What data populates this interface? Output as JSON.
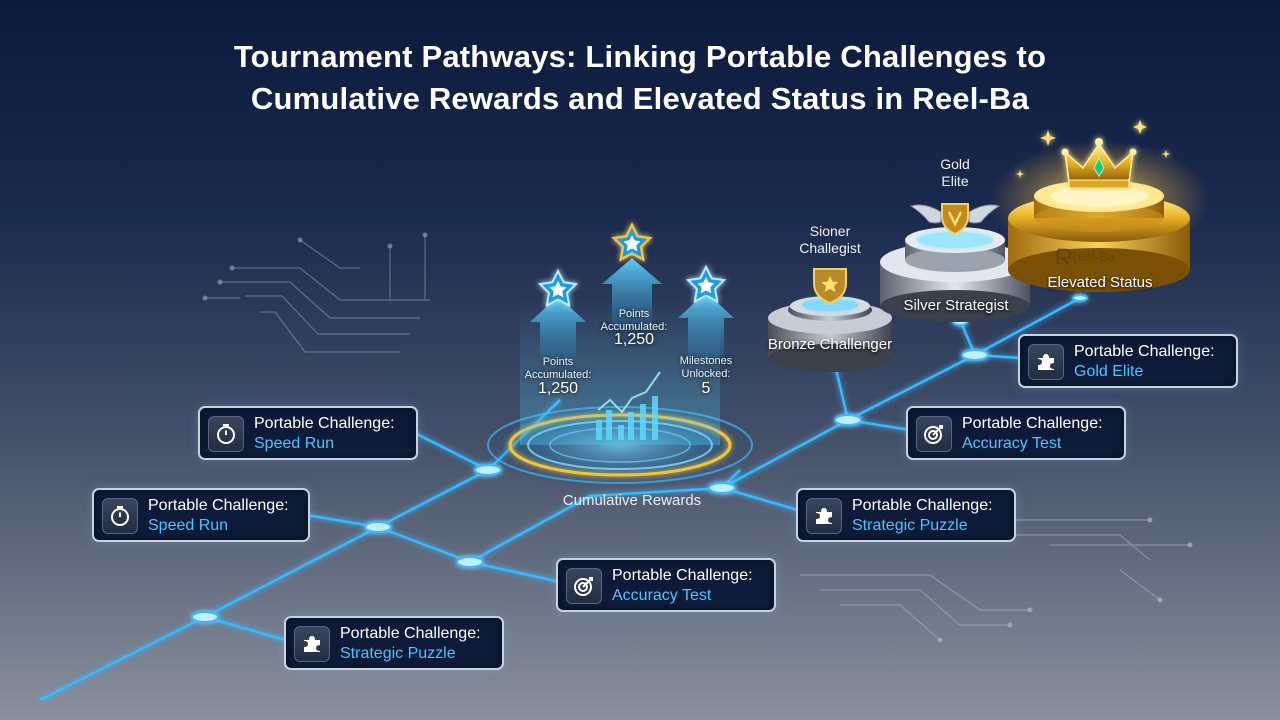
{
  "title_line1": "Tournament Pathways: Linking Portable Challenges to",
  "title_line2": "Cumulative Rewards and Elevated Status in Reel-Ba",
  "challenges": [
    {
      "label": "Portable Challenge:",
      "name": "Speed Run",
      "icon": "stopwatch-icon"
    },
    {
      "label": "Portable Challenge:",
      "name": "Speed Run",
      "icon": "stopwatch-icon"
    },
    {
      "label": "Portable Challenge:",
      "name": "Strategic Puzzle",
      "icon": "puzzle-icon"
    },
    {
      "label": "Portable Challenge:",
      "name": "Accuracy Test",
      "icon": "target-icon"
    },
    {
      "label": "Portable Challenge:",
      "name": "Strategic Puzzle",
      "icon": "puzzle-icon"
    },
    {
      "label": "Portable Challenge:",
      "name": "Accuracy Test",
      "icon": "target-icon"
    },
    {
      "label": "Portable Challenge:",
      "name": "Gold Elite",
      "icon": "puzzle-icon"
    }
  ],
  "rewards": {
    "hub_label": "Cumulative Rewards",
    "left_points_label_1": "Points",
    "left_points_label_2": "Accumulated:",
    "left_points_value": "1,250",
    "center_points_label_1": "Points",
    "center_points_label_2": "Accumulated:",
    "center_points_value": "1,250",
    "milestones_label_1": "Milestones",
    "milestones_label_2": "Unlocked:",
    "milestones_value": "5"
  },
  "tiers": {
    "bronze_top_1": "Sioner",
    "bronze_top_2": "Challegist",
    "bronze_label": "Bronze Challenger",
    "silver_top_1": "Gold",
    "silver_top_2": "Elite",
    "silver_label": "Silver Strategist",
    "gold_brand": "Reel-Ba",
    "gold_label": "Elevated Status"
  },
  "colors": {
    "path_glow": "#39b8ff",
    "accent_text": "#4cc4ff",
    "gold": "#f2c43a",
    "card_bg": "#0d1b38"
  }
}
